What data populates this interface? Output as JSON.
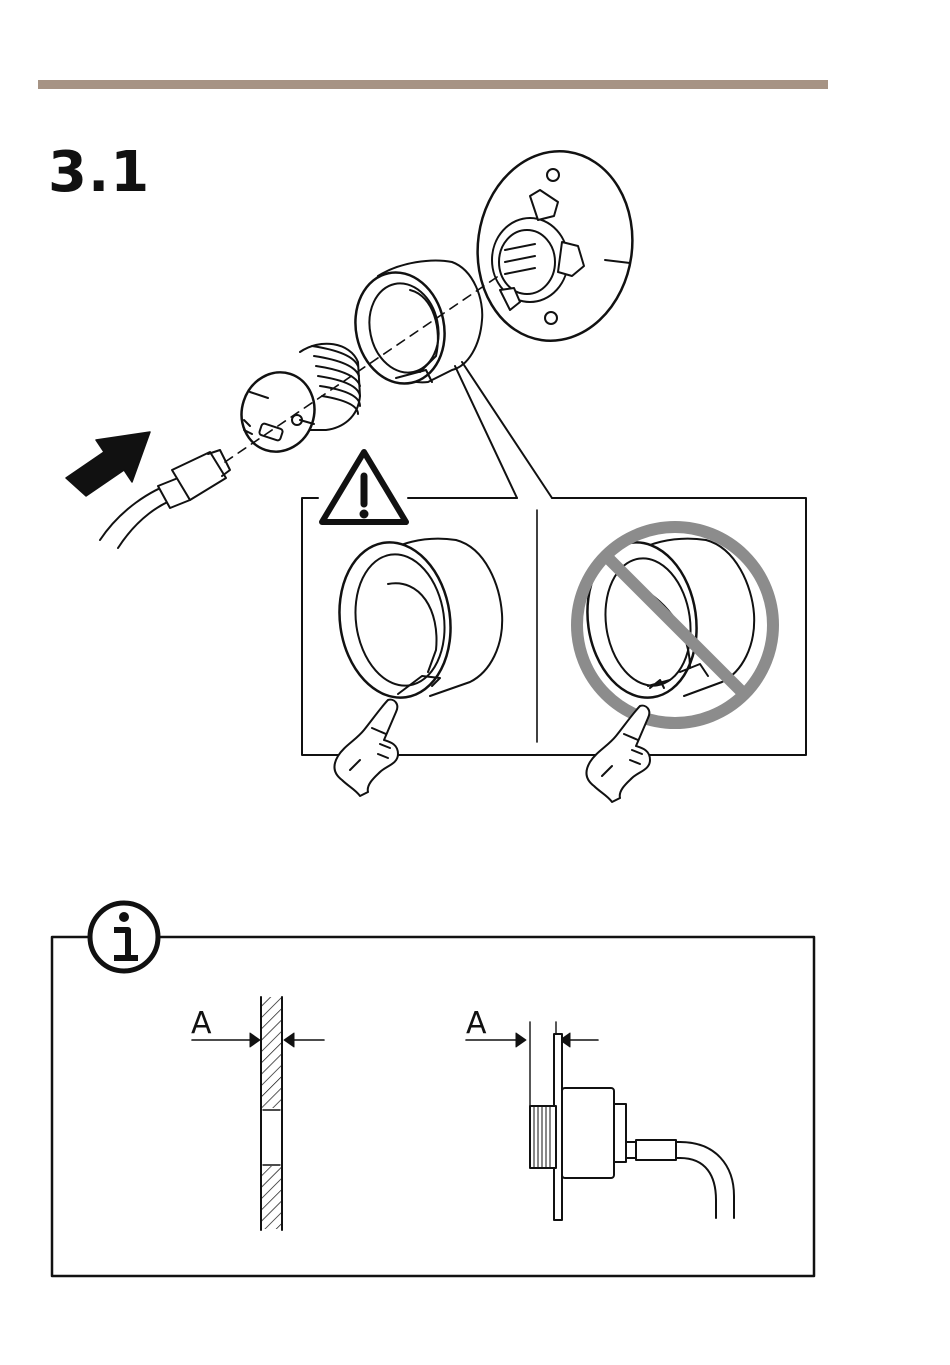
{
  "step": {
    "number": "3.1"
  },
  "note": {
    "dimension_label_left": "A",
    "dimension_label_right": "A"
  },
  "colors": {
    "rule": "#a69384",
    "prohibition": "#8c8c8c",
    "line": "#111111"
  }
}
